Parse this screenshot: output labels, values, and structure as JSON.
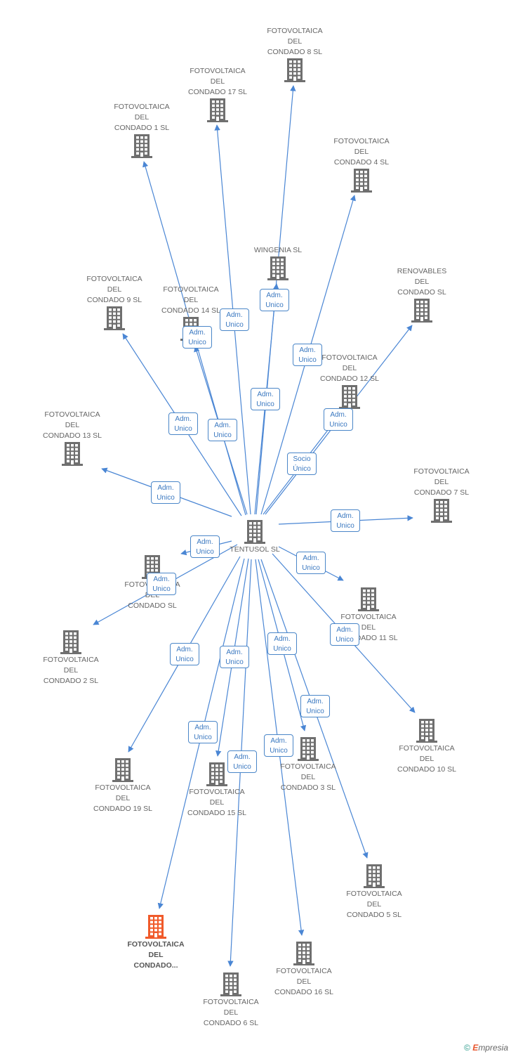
{
  "colors": {
    "node": "#6f6f6f",
    "highlight": "#f05a2a",
    "edge": "#4a86d4",
    "badge_border": "#4a86c8"
  },
  "center": {
    "id": "tentusol",
    "label": "TENTUSOL SL"
  },
  "nodes": [
    {
      "id": "c8",
      "lines": [
        "FOTOVOLTAICA",
        "DEL",
        "CONDADO 8 SL"
      ]
    },
    {
      "id": "c17",
      "lines": [
        "FOTOVOLTAICA",
        "DEL",
        "CONDADO 17 SL"
      ]
    },
    {
      "id": "c1",
      "lines": [
        "FOTOVOLTAICA",
        "DEL",
        "CONDADO 1 SL"
      ]
    },
    {
      "id": "c4",
      "lines": [
        "FOTOVOLTAICA",
        "DEL",
        "CONDADO 4 SL"
      ]
    },
    {
      "id": "wingenia",
      "lines": [
        "WINGENIA SL"
      ]
    },
    {
      "id": "renov",
      "lines": [
        "RENOVABLES",
        "DEL",
        "CONDADO SL"
      ]
    },
    {
      "id": "c9",
      "lines": [
        "FOTOVOLTAICA",
        "DEL",
        "CONDADO 9 SL"
      ]
    },
    {
      "id": "c14",
      "lines": [
        "FOTOVOLTAICA",
        "DEL",
        "CONDADO 14 SL"
      ]
    },
    {
      "id": "c12",
      "lines": [
        "FOTOVOLTAICA",
        "DEL",
        "CONDADO 12 SL"
      ]
    },
    {
      "id": "c13",
      "lines": [
        "FOTOVOLTAICA",
        "DEL",
        "CONDADO 13 SL"
      ]
    },
    {
      "id": "c7",
      "lines": [
        "FOTOVOLTAICA",
        "DEL",
        "CONDADO 7 SL"
      ]
    },
    {
      "id": "cx",
      "lines": [
        "FOTOVOLTAICA",
        "DEL",
        "CONDADO SL"
      ]
    },
    {
      "id": "c11",
      "lines": [
        "FOTOVOLTAICA",
        "DEL",
        "CONDADO 11 SL"
      ]
    },
    {
      "id": "c2",
      "lines": [
        "FOTOVOLTAICA",
        "DEL",
        "CONDADO 2 SL"
      ]
    },
    {
      "id": "c10",
      "lines": [
        "FOTOVOLTAICA",
        "DEL",
        "CONDADO 10 SL"
      ]
    },
    {
      "id": "c19",
      "lines": [
        "FOTOVOLTAICA",
        "DEL",
        "CONDADO 19 SL"
      ]
    },
    {
      "id": "c15",
      "lines": [
        "FOTOVOLTAICA",
        "DEL",
        "CONDADO 15 SL"
      ]
    },
    {
      "id": "c3",
      "lines": [
        "FOTOVOLTAICA",
        "DEL",
        "CONDADO 3 SL"
      ]
    },
    {
      "id": "c5",
      "lines": [
        "FOTOVOLTAICA",
        "DEL",
        "CONDADO 5 SL"
      ]
    },
    {
      "id": "target",
      "lines": [
        "FOTOVOLTAICA",
        "DEL",
        "CONDADO..."
      ],
      "highlight": true
    },
    {
      "id": "c16",
      "lines": [
        "FOTOVOLTAICA",
        "DEL",
        "CONDADO 16 SL"
      ]
    },
    {
      "id": "c6",
      "lines": [
        "FOTOVOLTAICA",
        "DEL",
        "CONDADO 6 SL"
      ]
    }
  ],
  "edges": [
    {
      "to": "c8",
      "label": [
        "Adm.",
        "Unico"
      ]
    },
    {
      "to": "c17",
      "label": [
        "Adm.",
        "Unico"
      ]
    },
    {
      "to": "c1",
      "label": [
        "Adm.",
        "Unico"
      ]
    },
    {
      "to": "c4",
      "label": [
        "Adm.",
        "Unico"
      ]
    },
    {
      "to": "wingenia",
      "label": [
        "Adm.",
        "Unico"
      ]
    },
    {
      "to": "renov",
      "label": [
        "Adm.",
        "Unico"
      ]
    },
    {
      "to": "c9",
      "label": [
        "Adm.",
        "Unico"
      ]
    },
    {
      "to": "c14",
      "label": [
        "Adm.",
        "Unico"
      ]
    },
    {
      "to": "c12",
      "label": [
        "Socio",
        "Único"
      ]
    },
    {
      "to": "c13",
      "label": [
        "Adm.",
        "Unico"
      ]
    },
    {
      "to": "c7",
      "label": [
        "Adm.",
        "Unico"
      ]
    },
    {
      "to": "cx",
      "label": [
        "Adm.",
        "Unico"
      ]
    },
    {
      "to": "cx2",
      "label": [
        "Adm.",
        "Unico"
      ]
    },
    {
      "to": "c11",
      "label": [
        "Adm.",
        "Unico"
      ]
    },
    {
      "to": "c10",
      "label": [
        "Adm.",
        "Unico"
      ]
    },
    {
      "to": "c19",
      "label": [
        "Adm.",
        "Unico"
      ]
    },
    {
      "to": "c15",
      "label": [
        "Adm.",
        "Unico"
      ]
    },
    {
      "to": "c3",
      "label": [
        "Adm.",
        "Unico"
      ]
    },
    {
      "to": "c5",
      "label": [
        "Adm.",
        "Unico"
      ]
    },
    {
      "to": "target",
      "label": [
        "Adm.",
        "Unico"
      ]
    },
    {
      "to": "c16",
      "label": [
        "Adm.",
        "Unico"
      ]
    },
    {
      "to": "c6",
      "label": [
        "Adm.",
        "Unico"
      ]
    }
  ],
  "footer": {
    "copyright": "©",
    "brand_initial": "E",
    "brand_rest": "mpresia"
  }
}
